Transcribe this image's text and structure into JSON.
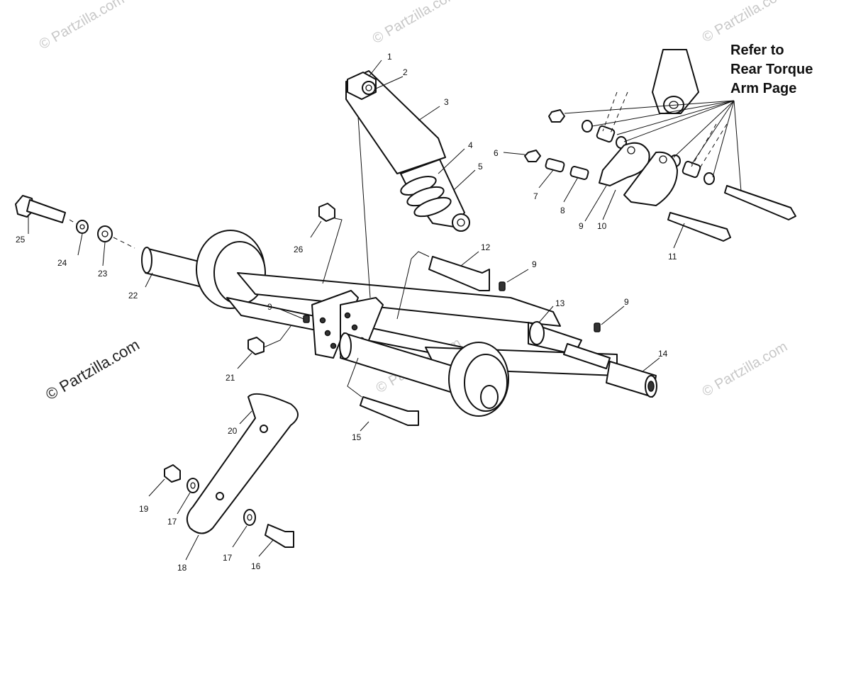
{
  "note": {
    "lines": [
      "Refer to",
      "Rear Torque",
      "Arm Page"
    ]
  },
  "watermarks": {
    "light": "© Partzilla.com",
    "dark": "© Partzilla.com"
  },
  "callouts": {
    "c1": "1",
    "c2": "2",
    "c3": "3",
    "c4": "4",
    "c5": "5",
    "c6": "6",
    "c7": "7",
    "c8": "8",
    "c9a": "9",
    "c9b": "9",
    "c9c": "9",
    "c9d": "9",
    "c10": "10",
    "c11": "11",
    "c12": "12",
    "c13": "13",
    "c14": "14",
    "c15": "15",
    "c16": "16",
    "c17a": "17",
    "c17b": "17",
    "c18": "18",
    "c19": "19",
    "c20": "20",
    "c21": "21",
    "c22": "22",
    "c23": "23",
    "c24": "24",
    "c25": "25",
    "c26": "26"
  },
  "colors": {
    "ink": "#111111",
    "watermark": "#c8c8c8"
  }
}
